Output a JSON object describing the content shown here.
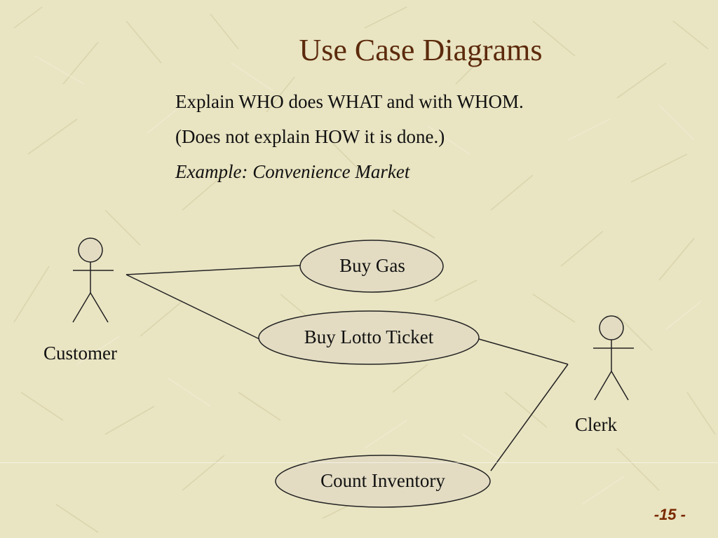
{
  "slide": {
    "title": "Use Case Diagrams",
    "lines": [
      "Explain WHO does WHAT and with WHOM.",
      "(Does not explain HOW it is done.)",
      "Example: Convenience Market"
    ],
    "page_number": "-15 -"
  },
  "diagram": {
    "actors": [
      {
        "id": "customer",
        "label": "Customer"
      },
      {
        "id": "clerk",
        "label": "Clerk"
      }
    ],
    "use_cases": [
      {
        "id": "buy-gas",
        "label": "Buy Gas"
      },
      {
        "id": "buy-lotto-ticket",
        "label": "Buy Lotto Ticket"
      },
      {
        "id": "count-inventory",
        "label": "Count Inventory"
      }
    ],
    "associations": [
      {
        "from": "customer",
        "to": "buy-gas"
      },
      {
        "from": "customer",
        "to": "buy-lotto-ticket"
      },
      {
        "from": "clerk",
        "to": "buy-lotto-ticket"
      },
      {
        "from": "clerk",
        "to": "count-inventory"
      }
    ]
  },
  "colors": {
    "background": "#e9e4c2",
    "title": "#5c2a0c",
    "page_number": "#7a2a00",
    "shape_fill": "#e3dcc3",
    "stroke": "#222222"
  }
}
